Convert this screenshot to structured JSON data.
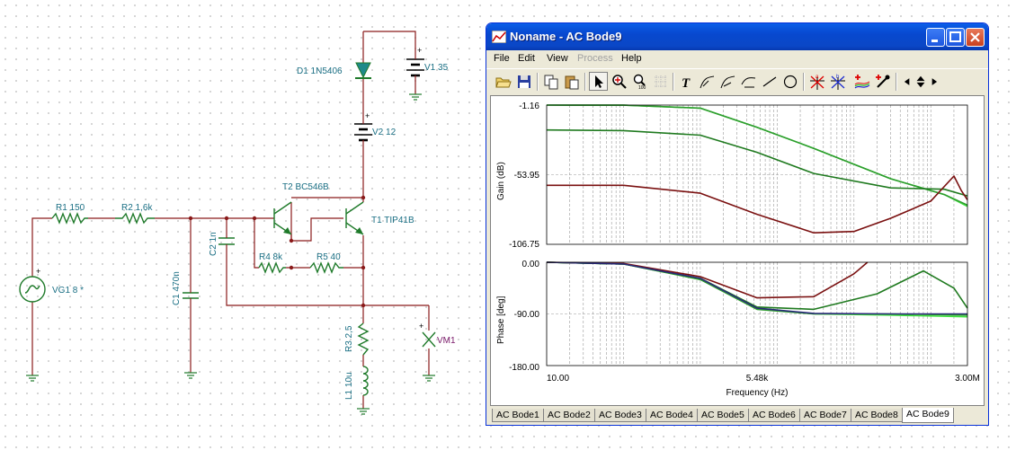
{
  "schematic": {
    "labels": {
      "r1": "R1 150",
      "r2": "R2 1,6k",
      "c1": "C1 470n",
      "c2": "C2 1n",
      "vg1": "VG1 8 *",
      "t2": "T2 BC546B",
      "t1": "T1 TIP41B",
      "r4": "R4 8k",
      "r5": "R5 40",
      "d1": "D1 1N5406",
      "v1": "V1 35",
      "v2": "V2 12",
      "r3": "R3 2,5",
      "l1": "L1 10u",
      "vm1": "VM1"
    },
    "colors": {
      "wire": "#8a1a1a",
      "component": "#1f7a2a",
      "label": "#1a6f84",
      "meter_label": "#7a1a6a"
    }
  },
  "window": {
    "title": "Noname - AC Bode9",
    "app_icon": "plot-icon",
    "controls": [
      "minimize",
      "maximize",
      "close"
    ]
  },
  "menu": [
    "File",
    "Edit",
    "View",
    "Process",
    "Help"
  ],
  "menu_disabled": [
    "Process"
  ],
  "toolbar": [
    {
      "name": "open",
      "icon": "folder-open-icon"
    },
    {
      "name": "save",
      "icon": "save-disk-icon"
    },
    {
      "name": "copy",
      "icon": "copy-icon"
    },
    {
      "name": "paste",
      "icon": "paste-icon"
    },
    {
      "name": "select",
      "icon": "arrow-pointer-icon",
      "pressed": true
    },
    {
      "name": "zoom-in",
      "icon": "zoom-in-icon"
    },
    {
      "name": "zoom-100",
      "icon": "zoom-100-icon"
    },
    {
      "name": "grid",
      "icon": "grid-icon"
    },
    {
      "name": "text",
      "icon": "text-icon"
    },
    {
      "name": "curve-label-1",
      "icon": "curve-label-icon"
    },
    {
      "name": "curve-label-2",
      "icon": "curve-label-icon"
    },
    {
      "name": "curve-label-3",
      "icon": "curve-label-icon"
    },
    {
      "name": "line",
      "icon": "line-icon"
    },
    {
      "name": "circle",
      "icon": "circle-icon"
    },
    {
      "name": "cursor-a",
      "icon": "cursor-a-icon"
    },
    {
      "name": "cursor-b",
      "icon": "cursor-b-icon"
    },
    {
      "name": "add-curve",
      "icon": "add-curve-icon"
    },
    {
      "name": "color-picker",
      "icon": "pipette-icon"
    },
    {
      "name": "scroll-left",
      "icon": "arrow-left-icon"
    },
    {
      "name": "scroll-updown",
      "icon": "arrow-updown-icon"
    },
    {
      "name": "scroll-right",
      "icon": "arrow-right-icon"
    }
  ],
  "tabs": [
    "AC Bode1",
    "AC Bode2",
    "AC Bode3",
    "AC Bode4",
    "AC Bode5",
    "AC Bode6",
    "AC Bode7",
    "AC Bode8",
    "AC Bode9"
  ],
  "active_tab": "AC Bode9",
  "chart_data": {
    "type": "line",
    "xlabel": "Frequency (Hz)",
    "x_scale": "log",
    "xlim": [
      10,
      3000000
    ],
    "x_tick_labels": [
      "10.00",
      "5.48k",
      "3.00M"
    ],
    "panels": [
      {
        "name": "gain",
        "ylabel": "Gain (dB)",
        "ylim": [
          -106.75,
          -1.16
        ],
        "y_tick_labels": [
          "-1.16",
          "-53.95",
          "-106.75"
        ],
        "series": [
          {
            "color": "#3fe23f",
            "x": [
              10,
              100,
              1000,
              5480,
              30000,
              300000,
              1500000,
              3000000
            ],
            "y": [
              -1.16,
              -1.2,
              -3.5,
              -18,
              -34,
              -57,
              -69,
              -78
            ]
          },
          {
            "color": "#2e9c2e",
            "x": [
              10,
              100,
              1000,
              5480,
              30000,
              300000,
              1500000,
              3000000
            ],
            "y": [
              -1.16,
              -1.2,
              -3.5,
              -18,
              -34,
              -57,
              -69,
              -77
            ]
          },
          {
            "color": "#1f7a1f",
            "x": [
              10,
              100,
              1000,
              5480,
              30000,
              300000,
              1500000,
              3000000
            ],
            "y": [
              -20,
              -20.5,
              -24,
              -37,
              -53,
              -64,
              -65,
              -70
            ]
          },
          {
            "color": "#7a1010",
            "x": [
              10,
              100,
              1000,
              5480,
              30000,
              100000,
              300000,
              1000000,
              2000000,
              2500000,
              3000000
            ],
            "y": [
              -62,
              -62,
              -68,
              -84,
              -98,
              -97,
              -87,
              -74,
              -55,
              -66,
              -73
            ]
          }
        ]
      },
      {
        "name": "phase",
        "ylabel": "Phase [deg]",
        "ylim": [
          -180,
          0
        ],
        "y_tick_labels": [
          "0.00",
          "-90.00",
          "-180.00"
        ],
        "series": [
          {
            "color": "#3fe23f",
            "x": [
              10,
              100,
              1000,
              5480,
              30000,
              300000,
              3000000
            ],
            "y": [
              0,
              -3,
              -30,
              -80,
              -90,
              -92,
              -95
            ]
          },
          {
            "color": "#2e9c2e",
            "x": [
              10,
              100,
              1000,
              5480,
              30000,
              300000,
              3000000
            ],
            "y": [
              0,
              -3,
              -30,
              -82,
              -90,
              -90,
              -92
            ]
          },
          {
            "color": "#1f7a1f",
            "x": [
              10,
              100,
              1000,
              5480,
              30000,
              200000,
              800000,
              2000000,
              3000000
            ],
            "y": [
              0,
              -3,
              -28,
              -78,
              -82,
              -55,
              -15,
              -45,
              -80
            ]
          },
          {
            "color": "#7a1010",
            "x": [
              10,
              100,
              1000,
              5480,
              30000,
              100000,
              150000
            ],
            "y": [
              0,
              -2,
              -25,
              -62,
              -60,
              -20,
              0
            ]
          },
          {
            "color": "#2a2a7a",
            "x": [
              10,
              100,
              1000,
              5480,
              30000,
              300000,
              3000000
            ],
            "y": [
              0,
              -3,
              -28,
              -80,
              -89,
              -90,
              -90
            ]
          }
        ]
      }
    ]
  }
}
